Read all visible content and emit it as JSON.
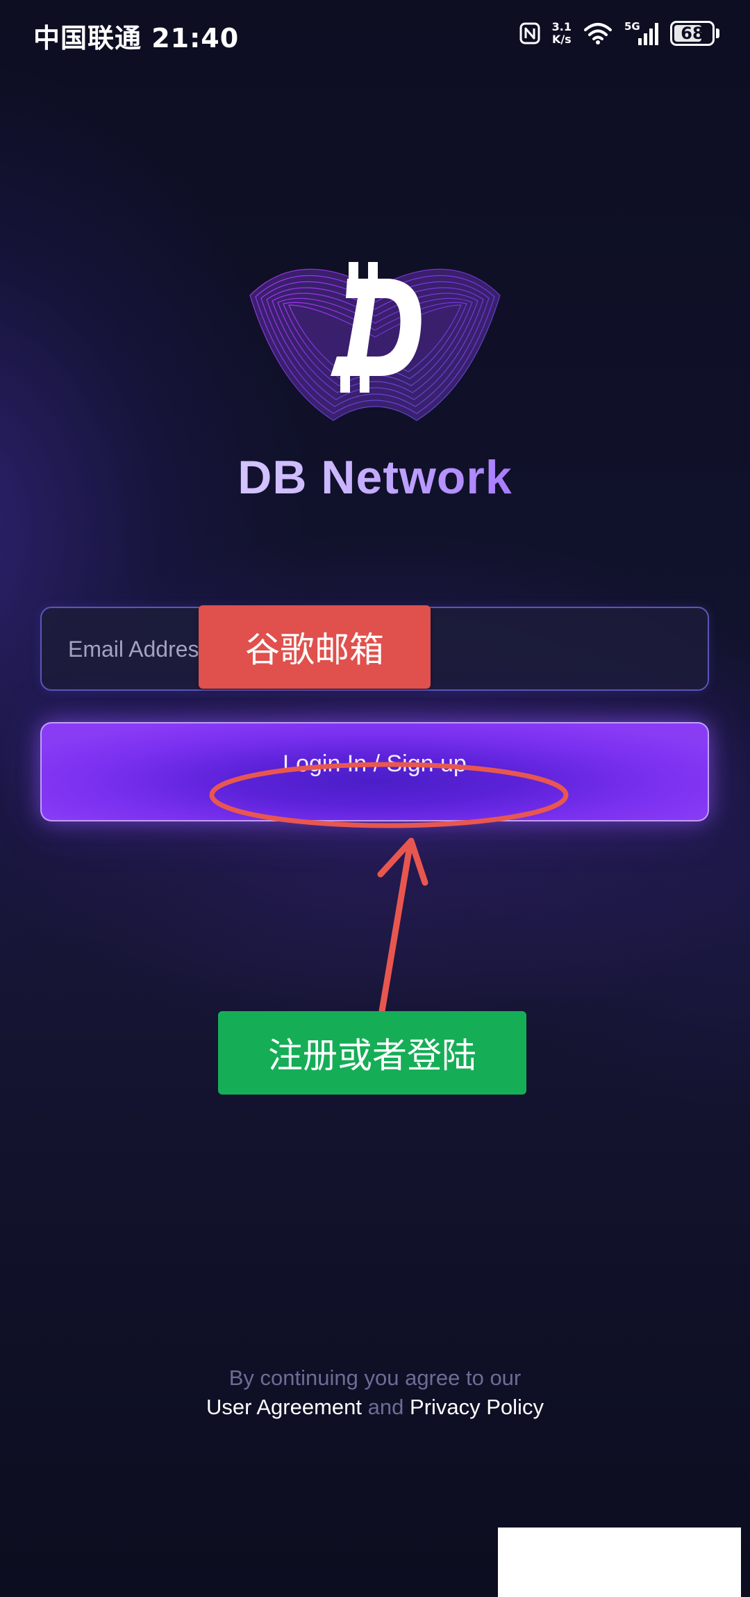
{
  "status_bar": {
    "carrier_time": "中国联通 21:40",
    "net_speed_value": "3.1",
    "net_speed_unit": "K/s",
    "network_type": "5G",
    "battery_level": "68",
    "icons": [
      "nfc-icon",
      "wifi-icon",
      "signal-icon",
      "battery-icon"
    ]
  },
  "brand": {
    "logo_letter": "D",
    "name": "DB Network"
  },
  "form": {
    "email_placeholder": "Email Address",
    "email_value": "",
    "login_button_label": "Login In / Sign up"
  },
  "annotations": {
    "email_note": "谷歌邮箱",
    "login_note": "注册或者登陆",
    "colors": {
      "red": "#e0504c",
      "green": "#16ad57"
    }
  },
  "legal": {
    "line1": "By continuing you agree to our",
    "user_agreement": "User Agreement",
    "and": "and",
    "privacy_policy": "Privacy Policy"
  },
  "colors": {
    "accent": "#6a2cf0",
    "background": "#0c0d21"
  }
}
